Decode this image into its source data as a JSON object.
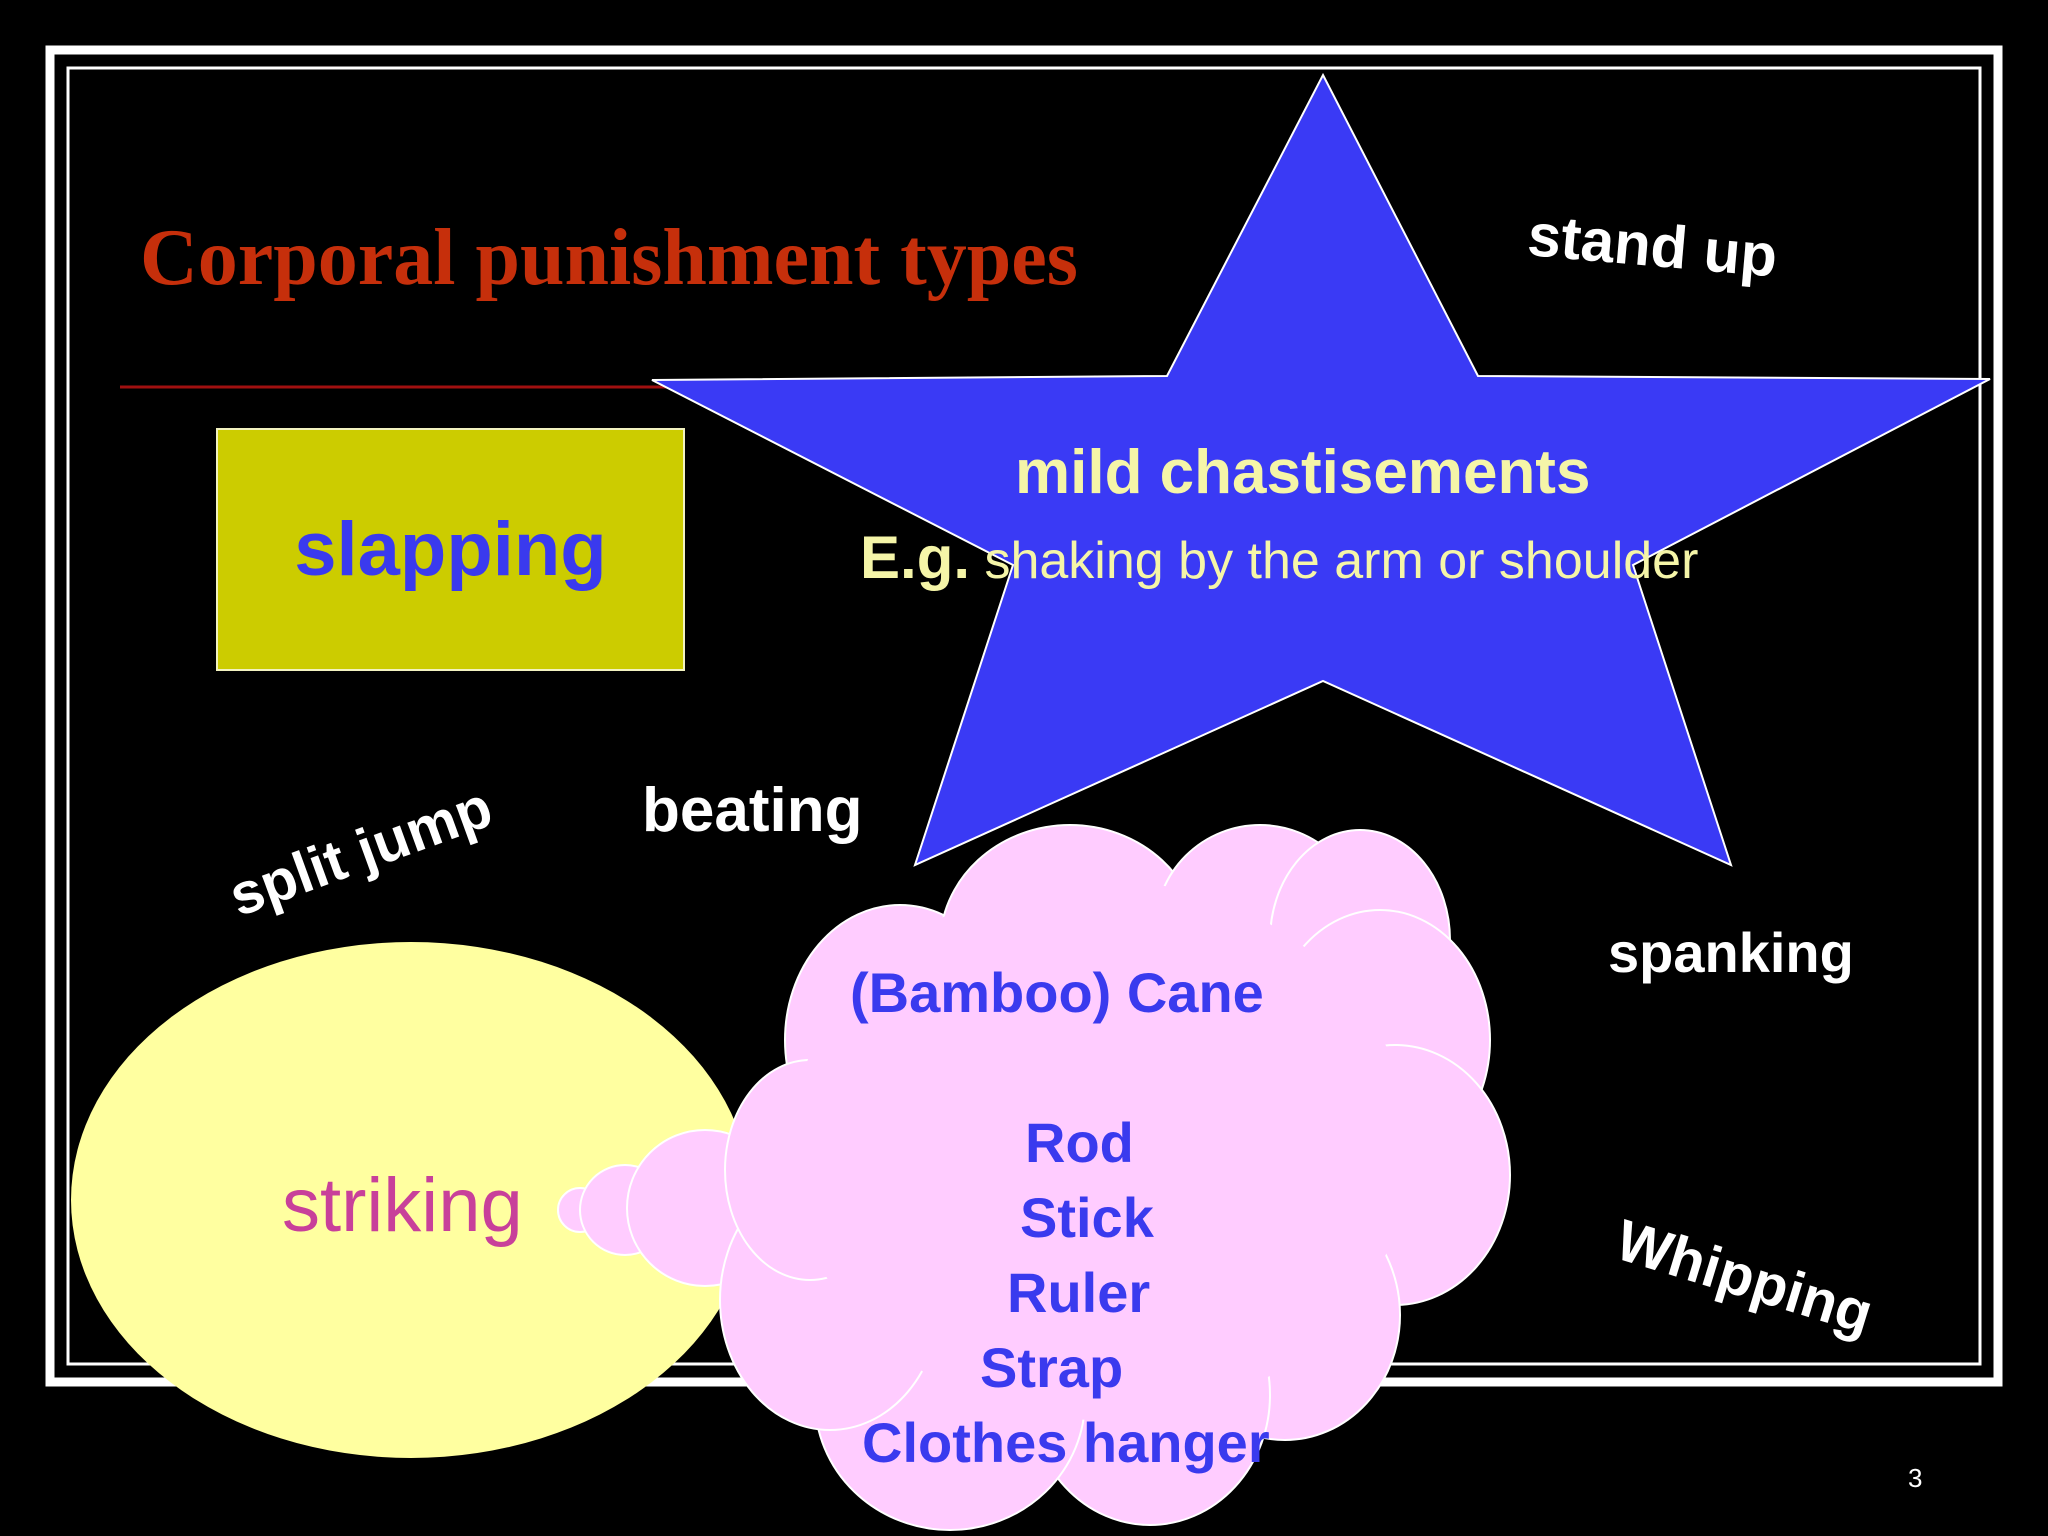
{
  "slide": {
    "title": "Corporal punishment types",
    "page_number": "3"
  },
  "shapes": {
    "slapping_box": {
      "label": "slapping",
      "color": "#cccc00"
    },
    "star": {
      "heading": "mild chastisements",
      "example_prefix": "E.g.",
      "example_text": "shaking by the arm or shoulder",
      "color": "#3a3af5"
    },
    "ellipse": {
      "label": "striking",
      "color": "#ffffa0"
    },
    "cloud": {
      "items": [
        "(Bamboo) Cane",
        "Rod",
        "Stick",
        "Ruler",
        "Strap",
        "Clothes hanger"
      ],
      "color": "#ffccff"
    }
  },
  "floating_words": {
    "stand_up": "stand up",
    "split_jump": "split jump",
    "beating": "beating",
    "spanking": "spanking",
    "whipping": "Whipping"
  },
  "colors": {
    "background": "#000000",
    "title": "#c62f0b",
    "accent_text": "#3a3aee",
    "star_text": "#f5f5a8",
    "striking_text": "#c8409a"
  }
}
